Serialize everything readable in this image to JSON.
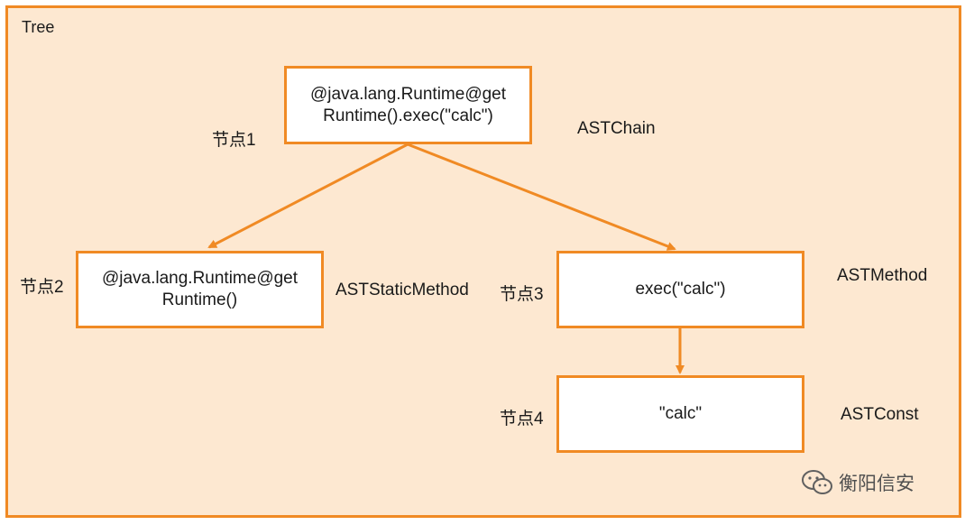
{
  "frame": {
    "label": "Tree"
  },
  "nodes": {
    "n1": {
      "text": "@java.lang.Runtime@get\nRuntime().exec(\"calc\")",
      "tag": "节点1",
      "type": "ASTChain"
    },
    "n2": {
      "text": "@java.lang.Runtime@get\nRuntime()",
      "tag": "节点2",
      "type": "ASTStaticMethod"
    },
    "n3": {
      "text": "exec(\"calc\")",
      "tag": "节点3",
      "type": "ASTMethod"
    },
    "n4": {
      "text": "\"calc\"",
      "tag": "节点4",
      "type": "ASTConst"
    }
  },
  "edges": [
    {
      "from": "节点1",
      "to": "节点2"
    },
    {
      "from": "节点1",
      "to": "节点3"
    },
    {
      "from": "节点3",
      "to": "节点4"
    }
  ],
  "watermark": {
    "text": "衡阳信安",
    "icon": "wechat-icon"
  },
  "colors": {
    "accent": "#f08a24",
    "background": "#fde8d1"
  }
}
